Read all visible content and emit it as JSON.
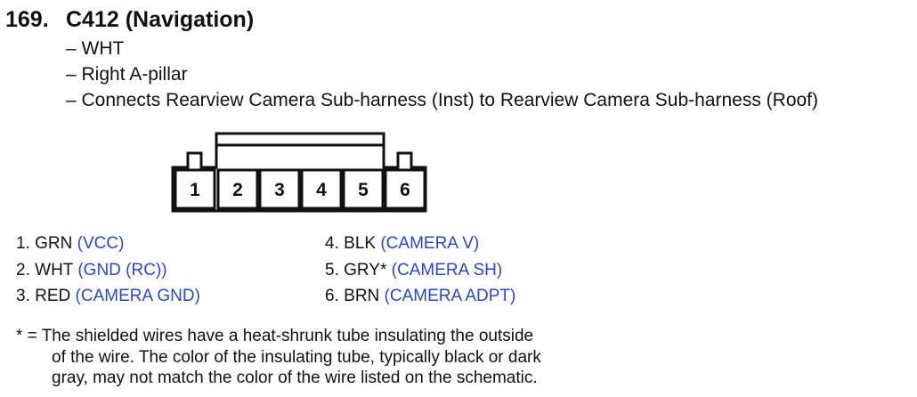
{
  "header": {
    "number": "169.",
    "title": "C412 (Navigation)"
  },
  "details": [
    "WHT",
    "Right A-pillar",
    "Connects Rearview Camera Sub-harness (Inst) to Rearview Camera Sub-harness (Roof)"
  ],
  "connector": {
    "pins": [
      "1",
      "2",
      "3",
      "4",
      "5",
      "6"
    ]
  },
  "pins": [
    {
      "num": "1.",
      "color": "GRN",
      "function": "(VCC)"
    },
    {
      "num": "2.",
      "color": "WHT",
      "function": "(GND (RC))"
    },
    {
      "num": "3.",
      "color": "RED",
      "function": "(CAMERA GND)"
    },
    {
      "num": "4.",
      "color": "BLK",
      "function": "(CAMERA V)"
    },
    {
      "num": "5.",
      "color": "GRY*",
      "function": "(CAMERA SH)"
    },
    {
      "num": "6.",
      "color": "BRN",
      "function": "(CAMERA ADPT)"
    }
  ],
  "footnote": {
    "lines": [
      "* = The shielded wires have a heat-shrunk tube insulating the outside",
      "of the wire. The color of the insulating tube, typically black or dark",
      "gray, may not match the color of the wire listed on the schematic."
    ]
  },
  "colors": {
    "text": "#111111",
    "function_text": "#2b48c2"
  }
}
